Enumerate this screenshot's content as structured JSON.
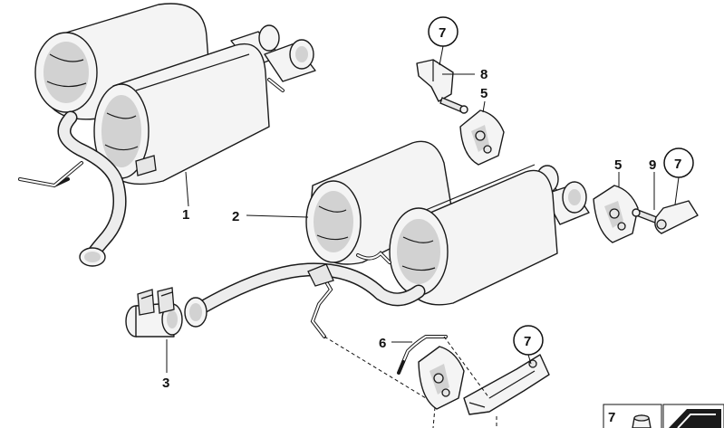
{
  "callouts": {
    "c1": "1",
    "c2": "2",
    "c3": "3",
    "c5a": "5",
    "c5b": "5",
    "c6": "6",
    "c7a": "7",
    "c7b": "7",
    "c7c": "7",
    "c7d": "7",
    "c8": "8",
    "c9": "9"
  }
}
